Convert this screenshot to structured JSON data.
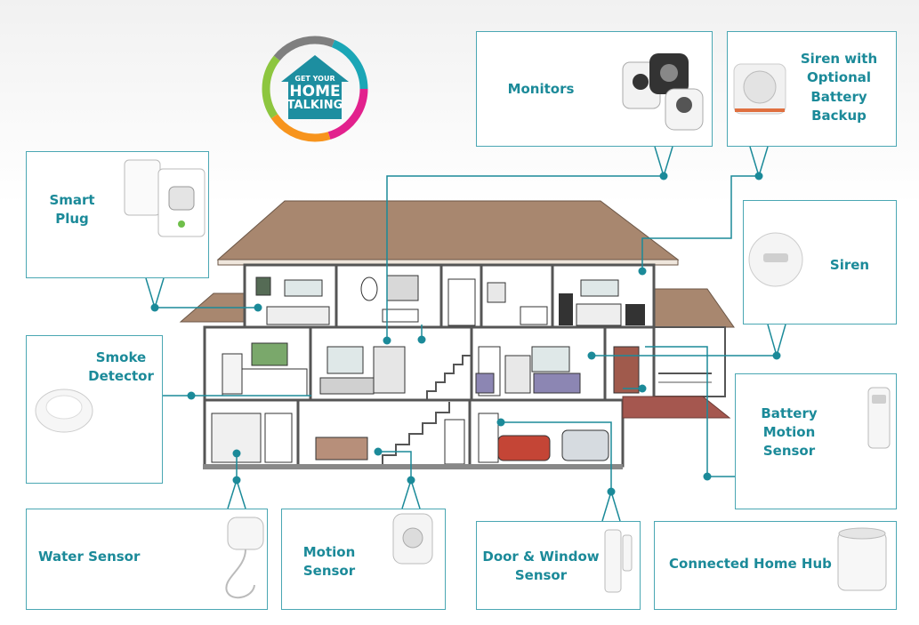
{
  "logo": {
    "line1": "GET YOUR",
    "line2": "HOME",
    "line3": "TALKING",
    "ring_colors": [
      "#e2218d",
      "#f7941d",
      "#8dc63f",
      "#1ba6b6",
      "#7f7f7f"
    ],
    "house_color": "#1d8ea0"
  },
  "colors": {
    "accent": "#1b8a99",
    "border": "#4aa7b3",
    "roof": "#a8876f",
    "wall": "#ffffff",
    "brick": "#a5574f"
  },
  "devices": {
    "monitors": {
      "label": "Monitors"
    },
    "siren_battery": {
      "line1": "Siren with",
      "line2": "Optional",
      "line3": "Battery",
      "line4": "Backup"
    },
    "smart_plug": {
      "line1": "Smart",
      "line2": "Plug"
    },
    "siren": {
      "label": "Siren"
    },
    "smoke_detector": {
      "line1": "Smoke",
      "line2": "Detector"
    },
    "battery_motion": {
      "line1": "Battery",
      "line2": "Motion",
      "line3": "Sensor"
    },
    "water_sensor": {
      "label": "Water Sensor"
    },
    "motion_sensor": {
      "line1": "Motion",
      "line2": "Sensor"
    },
    "door_window": {
      "line1": "Door & Window",
      "line2": "Sensor"
    },
    "home_hub": {
      "label": "Connected Home Hub"
    }
  }
}
